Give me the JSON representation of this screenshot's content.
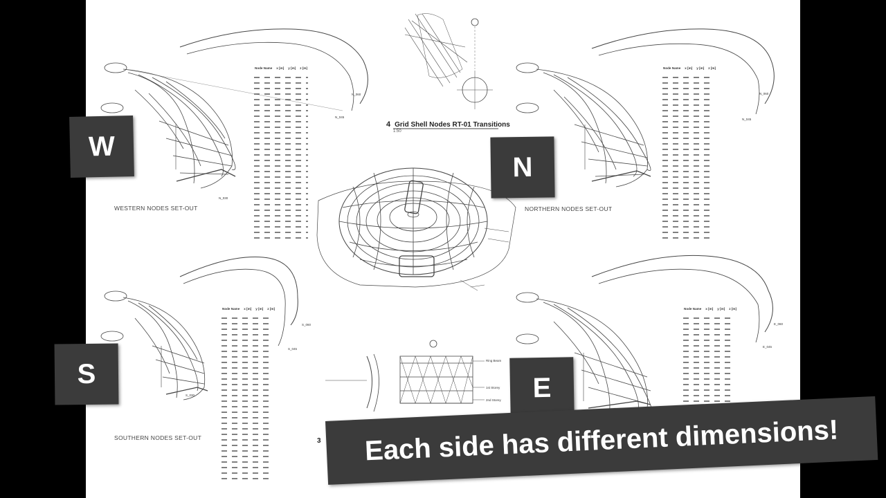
{
  "sheet": {
    "detail_4": {
      "number": "4",
      "title": "Grid Shell Nodes RT-01 Transitions",
      "scale": "1:50"
    },
    "captions": {
      "west": "WESTERN NODES SET-OUT",
      "north": "NORTHERN NODES SET-OUT",
      "south": "SOUTHERN NODES SET-OUT"
    },
    "detail_3_number": "3",
    "section_labels": {
      "ring_beam": "Ring Beam",
      "first_storey": "1st Storey",
      "second_storey": "2nd Storey"
    },
    "node_labels": {
      "w_060": "N_060",
      "w_045": "N_045",
      "w_030": "N_030",
      "n_060": "N_060",
      "n_045": "N_045",
      "s_060": "S_060",
      "s_045": "S_045",
      "s_030": "S_030",
      "e_060": "E_060",
      "e_045": "E_045"
    }
  },
  "tables": {
    "header": [
      "Node Name",
      "x [m]",
      "y [m]",
      "z [m]"
    ]
  },
  "tags": {
    "west": "W",
    "north": "N",
    "south": "S",
    "east": "E"
  },
  "banner": {
    "text": "Each side has different dimensions!"
  },
  "colors": {
    "tag_bg": "#3b3b3b",
    "tag_text": "#ffffff",
    "sheet_bg": "#ffffff",
    "frame": "#000000",
    "line": "#333333"
  }
}
